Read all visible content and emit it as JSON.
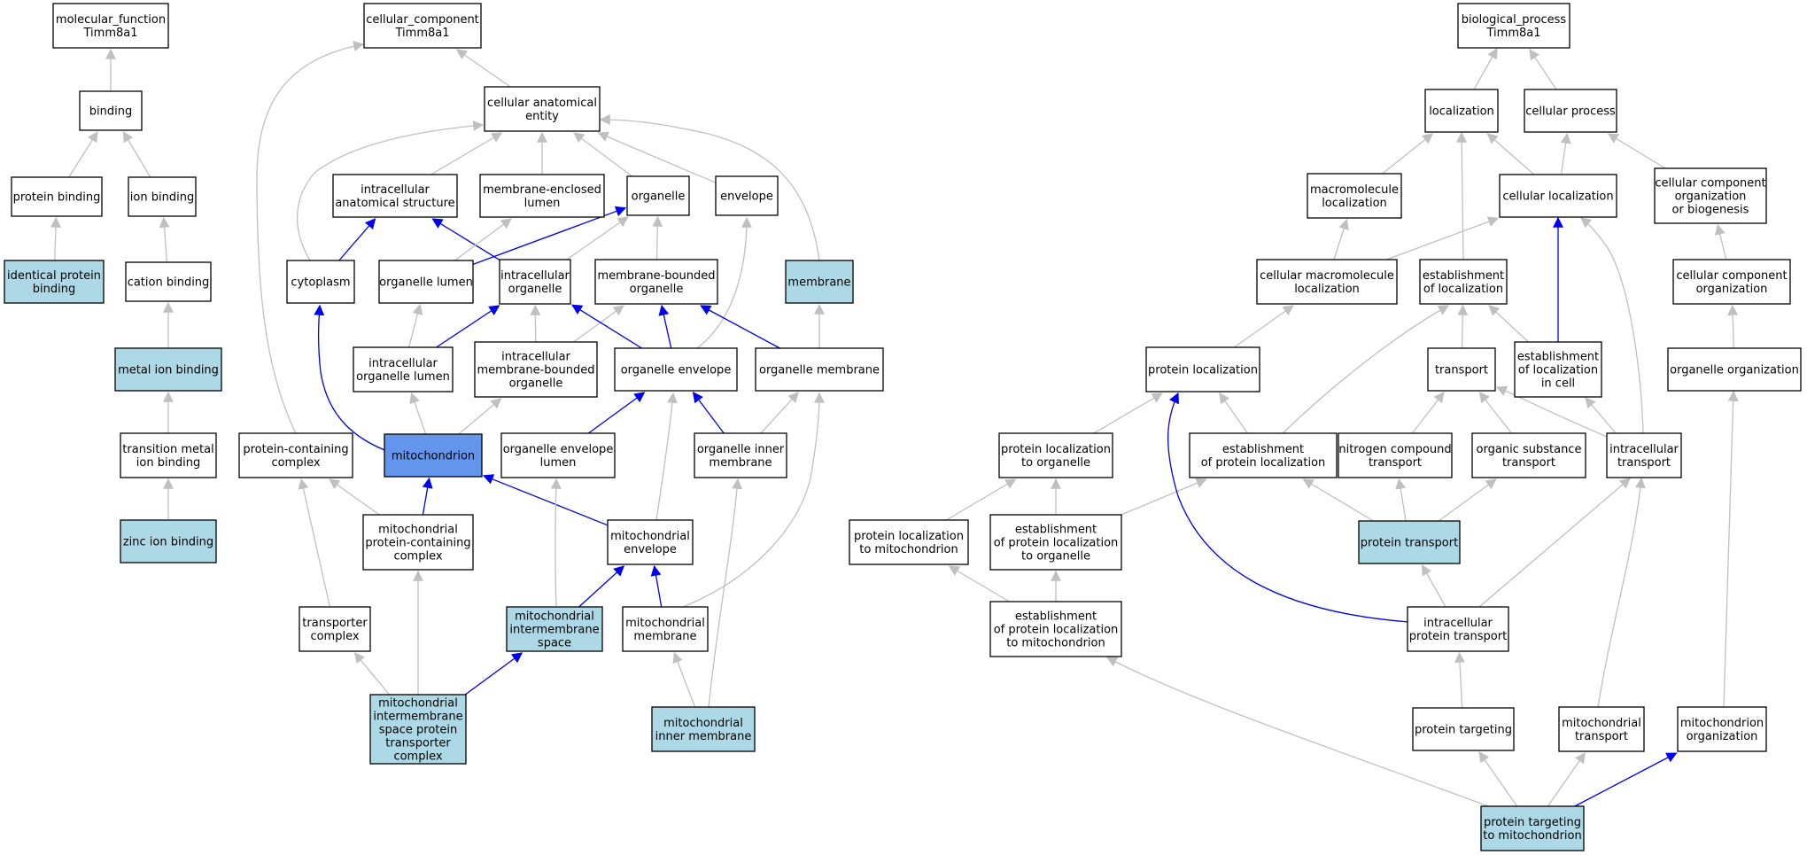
{
  "colors": {
    "edge_default": "#c0c0c0",
    "edge_highlight": "#0000ee",
    "node_default": "#ffffff",
    "node_annotated": "#add8e6",
    "node_focus": "#6495ed"
  },
  "nodes": [
    {
      "id": "mf_root",
      "label": "molecular_function\nTimm8a1",
      "style": "default"
    },
    {
      "id": "binding",
      "label": "binding",
      "style": "default"
    },
    {
      "id": "protein_binding",
      "label": "protein binding",
      "style": "default"
    },
    {
      "id": "ion_binding",
      "label": "ion binding",
      "style": "default"
    },
    {
      "id": "identical_protein_binding",
      "label": "identical protein\nbinding",
      "style": "annotated"
    },
    {
      "id": "cation_binding",
      "label": "cation binding",
      "style": "default"
    },
    {
      "id": "metal_ion_binding",
      "label": "metal ion binding",
      "style": "annotated"
    },
    {
      "id": "transition_metal",
      "label": "transition metal\nion binding",
      "style": "default"
    },
    {
      "id": "zinc_ion_binding",
      "label": "zinc ion binding",
      "style": "annotated"
    },
    {
      "id": "cc_root",
      "label": "cellular_component\nTimm8a1",
      "style": "default"
    },
    {
      "id": "cae",
      "label": "cellular anatomical\nentity",
      "style": "default"
    },
    {
      "id": "ias",
      "label": "intracellular\nanatomical structure",
      "style": "default"
    },
    {
      "id": "mel",
      "label": "membrane-enclosed\nlumen",
      "style": "default"
    },
    {
      "id": "organelle",
      "label": "organelle",
      "style": "default"
    },
    {
      "id": "envelope",
      "label": "envelope",
      "style": "default"
    },
    {
      "id": "cytoplasm",
      "label": "cytoplasm",
      "style": "default"
    },
    {
      "id": "org_lumen",
      "label": "organelle lumen",
      "style": "default"
    },
    {
      "id": "ic_org",
      "label": "intracellular\norganelle",
      "style": "default"
    },
    {
      "id": "mb_org",
      "label": "membrane-bounded\norganelle",
      "style": "default"
    },
    {
      "id": "membrane",
      "label": "membrane",
      "style": "annotated"
    },
    {
      "id": "ic_org_lumen",
      "label": "intracellular\norganelle lumen",
      "style": "default"
    },
    {
      "id": "ic_mb_org",
      "label": "intracellular\nmembrane-bounded\norganelle",
      "style": "default"
    },
    {
      "id": "org_env",
      "label": "organelle envelope",
      "style": "default"
    },
    {
      "id": "org_mem",
      "label": "organelle membrane",
      "style": "default"
    },
    {
      "id": "pcc",
      "label": "protein-containing\ncomplex",
      "style": "default"
    },
    {
      "id": "mito",
      "label": "mitochondrion",
      "style": "focus"
    },
    {
      "id": "org_env_lumen",
      "label": "organelle envelope\nlumen",
      "style": "default"
    },
    {
      "id": "org_inner_mem",
      "label": "organelle inner\nmembrane",
      "style": "default"
    },
    {
      "id": "mito_pcc",
      "label": "mitochondrial\nprotein-containing\ncomplex",
      "style": "default"
    },
    {
      "id": "mito_env",
      "label": "mitochondrial\nenvelope",
      "style": "default"
    },
    {
      "id": "transporter",
      "label": "transporter\ncomplex",
      "style": "default"
    },
    {
      "id": "mims",
      "label": "mitochondrial\nintermembrane\nspace",
      "style": "annotated"
    },
    {
      "id": "mito_mem",
      "label": "mitochondrial\nmembrane",
      "style": "default"
    },
    {
      "id": "mims_ptc",
      "label": "mitochondrial\nintermembrane\nspace protein\ntransporter\ncomplex",
      "style": "annotated"
    },
    {
      "id": "mim",
      "label": "mitochondrial\ninner membrane",
      "style": "annotated"
    },
    {
      "id": "bp_root",
      "label": "biological_process\nTimm8a1",
      "style": "default"
    },
    {
      "id": "localization",
      "label": "localization",
      "style": "default"
    },
    {
      "id": "cellular_process",
      "label": "cellular process",
      "style": "default"
    },
    {
      "id": "macro_loc",
      "label": "macromolecule\nlocalization",
      "style": "default"
    },
    {
      "id": "cell_loc",
      "label": "cellular localization",
      "style": "default"
    },
    {
      "id": "ccob",
      "label": "cellular component\norganization\nor biogenesis",
      "style": "default"
    },
    {
      "id": "cm_loc",
      "label": "cellular macromolecule\nlocalization",
      "style": "default"
    },
    {
      "id": "est_loc",
      "label": "establishment\nof localization",
      "style": "default"
    },
    {
      "id": "cco",
      "label": "cellular component\norganization",
      "style": "default"
    },
    {
      "id": "prot_loc",
      "label": "protein localization",
      "style": "default"
    },
    {
      "id": "transport",
      "label": "transport",
      "style": "default"
    },
    {
      "id": "est_loc_cell",
      "label": "establishment\nof localization\nin cell",
      "style": "default"
    },
    {
      "id": "org_org",
      "label": "organelle organization",
      "style": "default"
    },
    {
      "id": "pl_org",
      "label": "protein localization\nto organelle",
      "style": "default"
    },
    {
      "id": "est_pl",
      "label": "establishment\nof protein localization",
      "style": "default"
    },
    {
      "id": "nct",
      "label": "nitrogen compound\ntransport",
      "style": "default"
    },
    {
      "id": "ost",
      "label": "organic substance\ntransport",
      "style": "default"
    },
    {
      "id": "ict",
      "label": "intracellular\ntransport",
      "style": "default"
    },
    {
      "id": "pl_mito",
      "label": "protein localization\nto mitochondrion",
      "style": "default"
    },
    {
      "id": "est_pl_org",
      "label": "establishment\nof protein localization\nto organelle",
      "style": "default"
    },
    {
      "id": "prot_transport",
      "label": "protein transport",
      "style": "annotated"
    },
    {
      "id": "est_pl_mito",
      "label": "establishment\nof protein localization\nto mitochondrion",
      "style": "default"
    },
    {
      "id": "icpt",
      "label": "intracellular\nprotein transport",
      "style": "default"
    },
    {
      "id": "prot_targeting",
      "label": "protein targeting",
      "style": "default"
    },
    {
      "id": "mito_transport",
      "label": "mitochondrial\ntransport",
      "style": "default"
    },
    {
      "id": "mito_org",
      "label": "mitochondrion\norganization",
      "style": "default"
    },
    {
      "id": "ptm",
      "label": "protein targeting\nto mitochondrion",
      "style": "annotated"
    }
  ],
  "edges": [
    {
      "from": "binding",
      "to": "mf_root",
      "hl": false
    },
    {
      "from": "protein_binding",
      "to": "binding",
      "hl": false
    },
    {
      "from": "ion_binding",
      "to": "binding",
      "hl": false
    },
    {
      "from": "identical_protein_binding",
      "to": "protein_binding",
      "hl": false
    },
    {
      "from": "cation_binding",
      "to": "ion_binding",
      "hl": false
    },
    {
      "from": "metal_ion_binding",
      "to": "cation_binding",
      "hl": false
    },
    {
      "from": "transition_metal",
      "to": "metal_ion_binding",
      "hl": false
    },
    {
      "from": "zinc_ion_binding",
      "to": "transition_metal",
      "hl": false
    },
    {
      "from": "cae",
      "to": "cc_root",
      "hl": false
    },
    {
      "from": "pcc",
      "to": "cc_root",
      "hl": false
    },
    {
      "from": "ias",
      "to": "cae",
      "hl": false
    },
    {
      "from": "mel",
      "to": "cae",
      "hl": false
    },
    {
      "from": "organelle",
      "to": "cae",
      "hl": false
    },
    {
      "from": "envelope",
      "to": "cae",
      "hl": false
    },
    {
      "from": "membrane",
      "to": "cae",
      "hl": false
    },
    {
      "from": "cytoplasm",
      "to": "cae",
      "hl": false
    },
    {
      "from": "cytoplasm",
      "to": "ias",
      "hl": true
    },
    {
      "from": "ic_org",
      "to": "ias",
      "hl": true
    },
    {
      "from": "org_lumen",
      "to": "mel",
      "hl": false
    },
    {
      "from": "org_lumen",
      "to": "organelle",
      "hl": true
    },
    {
      "from": "ic_org",
      "to": "organelle",
      "hl": false
    },
    {
      "from": "mb_org",
      "to": "organelle",
      "hl": false
    },
    {
      "from": "ic_org_lumen",
      "to": "org_lumen",
      "hl": false
    },
    {
      "from": "ic_org_lumen",
      "to": "ic_org",
      "hl": true
    },
    {
      "from": "ic_mb_org",
      "to": "ic_org",
      "hl": false
    },
    {
      "from": "ic_mb_org",
      "to": "mb_org",
      "hl": false
    },
    {
      "from": "org_env",
      "to": "ic_org",
      "hl": true
    },
    {
      "from": "org_env",
      "to": "mb_org",
      "hl": true
    },
    {
      "from": "org_env",
      "to": "envelope",
      "hl": false
    },
    {
      "from": "org_mem",
      "to": "mb_org",
      "hl": true
    },
    {
      "from": "org_mem",
      "to": "membrane",
      "hl": false
    },
    {
      "from": "mito",
      "to": "cytoplasm",
      "hl": true
    },
    {
      "from": "mito",
      "to": "ic_org_lumen",
      "hl": false
    },
    {
      "from": "mito",
      "to": "ic_mb_org",
      "hl": false
    },
    {
      "from": "org_env_lumen",
      "to": "org_env",
      "hl": true
    },
    {
      "from": "org_inner_mem",
      "to": "org_env",
      "hl": true
    },
    {
      "from": "org_inner_mem",
      "to": "org_mem",
      "hl": false
    },
    {
      "from": "mito_pcc",
      "to": "pcc",
      "hl": false
    },
    {
      "from": "mito_pcc",
      "to": "mito",
      "hl": true
    },
    {
      "from": "mito_env",
      "to": "mito",
      "hl": true
    },
    {
      "from": "mito_env",
      "to": "org_env",
      "hl": false
    },
    {
      "from": "transporter",
      "to": "pcc",
      "hl": false
    },
    {
      "from": "mims",
      "to": "org_env_lumen",
      "hl": false
    },
    {
      "from": "mims",
      "to": "mito_env",
      "hl": true
    },
    {
      "from": "mito_mem",
      "to": "mito_env",
      "hl": true
    },
    {
      "from": "mito_mem",
      "to": "org_mem",
      "hl": false
    },
    {
      "from": "mims_ptc",
      "to": "transporter",
      "hl": false
    },
    {
      "from": "mims_ptc",
      "to": "mito_pcc",
      "hl": false
    },
    {
      "from": "mims_ptc",
      "to": "mims",
      "hl": true
    },
    {
      "from": "mim",
      "to": "mito_mem",
      "hl": false
    },
    {
      "from": "mim",
      "to": "org_inner_mem",
      "hl": false
    },
    {
      "from": "localization",
      "to": "bp_root",
      "hl": false
    },
    {
      "from": "cellular_process",
      "to": "bp_root",
      "hl": false
    },
    {
      "from": "macro_loc",
      "to": "localization",
      "hl": false
    },
    {
      "from": "est_loc",
      "to": "localization",
      "hl": false
    },
    {
      "from": "cell_loc",
      "to": "localization",
      "hl": false
    },
    {
      "from": "cell_loc",
      "to": "cellular_process",
      "hl": false
    },
    {
      "from": "ccob",
      "to": "cellular_process",
      "hl": false
    },
    {
      "from": "cm_loc",
      "to": "macro_loc",
      "hl": false
    },
    {
      "from": "cm_loc",
      "to": "cell_loc",
      "hl": false
    },
    {
      "from": "est_loc_cell",
      "to": "cell_loc",
      "hl": true
    },
    {
      "from": "ict",
      "to": "cell_loc",
      "hl": false
    },
    {
      "from": "est_loc_cell",
      "to": "est_loc",
      "hl": false
    },
    {
      "from": "transport",
      "to": "est_loc",
      "hl": false
    },
    {
      "from": "cco",
      "to": "ccob",
      "hl": false
    },
    {
      "from": "org_org",
      "to": "cco",
      "hl": false
    },
    {
      "from": "prot_loc",
      "to": "cm_loc",
      "hl": false
    },
    {
      "from": "est_pl",
      "to": "est_loc",
      "hl": false
    },
    {
      "from": "pl_org",
      "to": "prot_loc",
      "hl": false
    },
    {
      "from": "est_pl",
      "to": "prot_loc",
      "hl": false
    },
    {
      "from": "nct",
      "to": "transport",
      "hl": false
    },
    {
      "from": "ost",
      "to": "transport",
      "hl": false
    },
    {
      "from": "ict",
      "to": "transport",
      "hl": false
    },
    {
      "from": "ict",
      "to": "est_loc_cell",
      "hl": false
    },
    {
      "from": "pl_mito",
      "to": "pl_org",
      "hl": false
    },
    {
      "from": "est_pl_org",
      "to": "pl_org",
      "hl": false
    },
    {
      "from": "est_pl_org",
      "to": "est_pl",
      "hl": false
    },
    {
      "from": "prot_transport",
      "to": "est_pl",
      "hl": false
    },
    {
      "from": "prot_transport",
      "to": "nct",
      "hl": false
    },
    {
      "from": "prot_transport",
      "to": "ost",
      "hl": false
    },
    {
      "from": "icpt",
      "to": "prot_loc",
      "hl": true
    },
    {
      "from": "icpt",
      "to": "prot_transport",
      "hl": false
    },
    {
      "from": "icpt",
      "to": "ict",
      "hl": false
    },
    {
      "from": "est_pl_mito",
      "to": "pl_mito",
      "hl": false
    },
    {
      "from": "est_pl_mito",
      "to": "est_pl_org",
      "hl": false
    },
    {
      "from": "prot_targeting",
      "to": "icpt",
      "hl": false
    },
    {
      "from": "mito_transport",
      "to": "ict",
      "hl": false
    },
    {
      "from": "mito_org",
      "to": "org_org",
      "hl": false
    },
    {
      "from": "ptm",
      "to": "est_pl_mito",
      "hl": false
    },
    {
      "from": "ptm",
      "to": "prot_targeting",
      "hl": false
    },
    {
      "from": "ptm",
      "to": "mito_transport",
      "hl": false
    },
    {
      "from": "ptm",
      "to": "mito_org",
      "hl": true
    }
  ]
}
